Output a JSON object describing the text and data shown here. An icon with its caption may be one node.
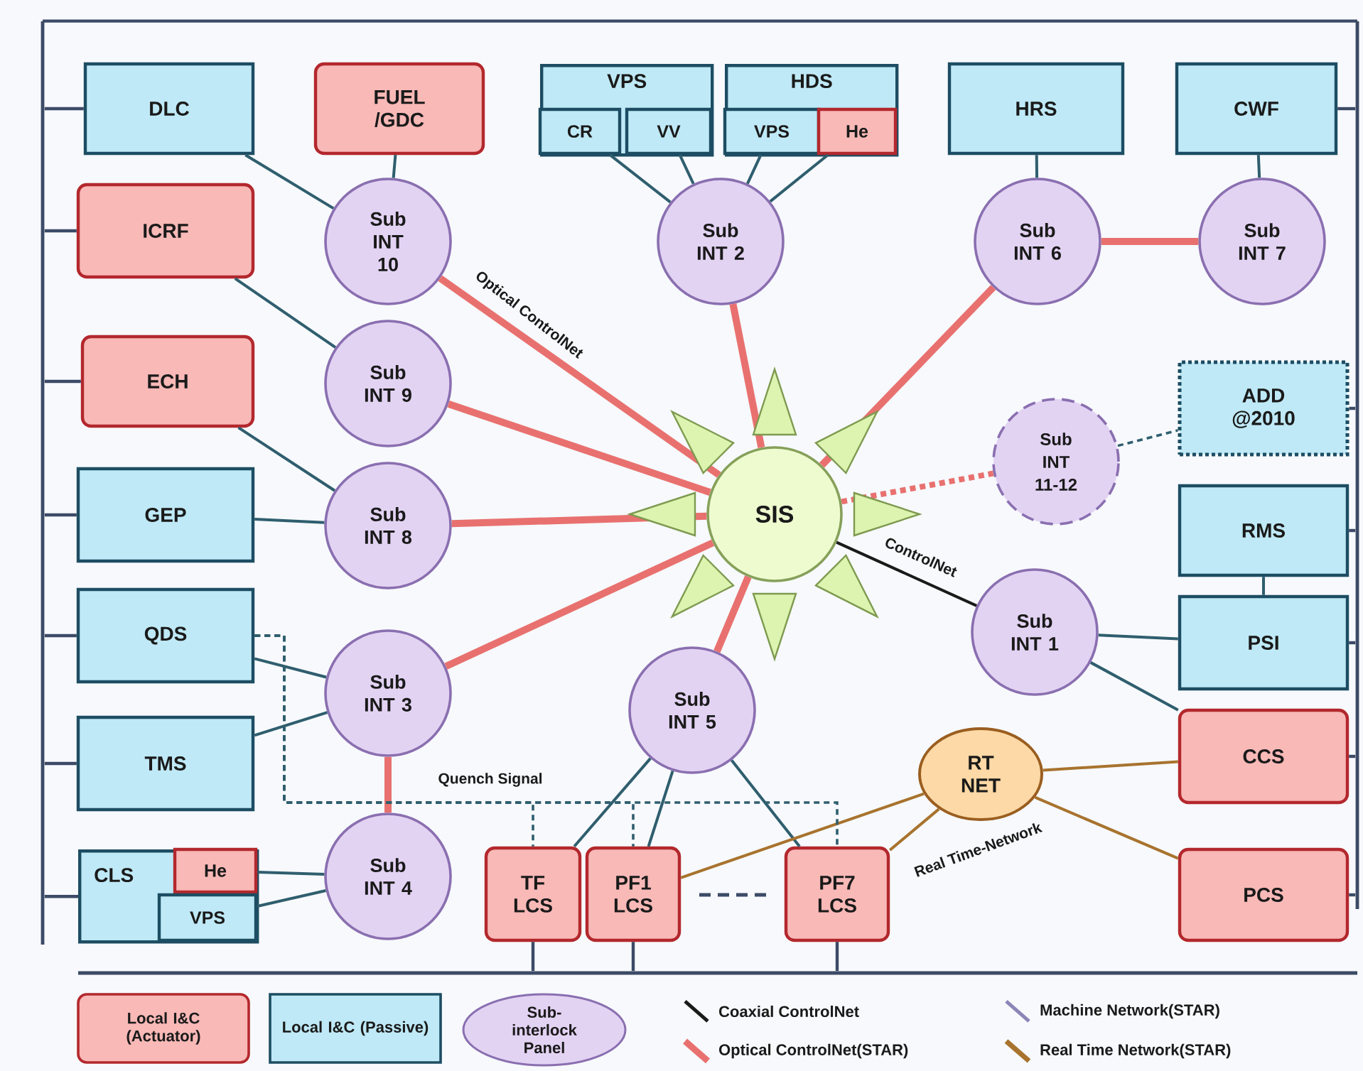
{
  "diagram": {
    "nodes": [
      {
        "text": [
          "DLC"
        ]
      },
      {
        "text": [
          "FUEL /GDC"
        ]
      },
      {
        "text": [
          "VPS"
        ]
      },
      {
        "text": [
          "CR"
        ],
        "in": 2
      },
      {
        "text": [
          "VV"
        ],
        "in": 2
      },
      {
        "text": [
          "HDS"
        ]
      },
      {
        "text": [
          "VPS"
        ],
        "in": 5
      },
      {
        "text": [
          "He"
        ],
        "in": 5
      },
      {
        "text": [
          "HRS"
        ]
      },
      {
        "text": [
          "CWF"
        ]
      },
      {
        "text": [
          "ICRF"
        ]
      },
      {
        "text": [
          "Sub INT 10"
        ]
      },
      {
        "text": [
          "Sub INT 2"
        ]
      },
      {
        "text": [
          "Sub INT 6"
        ]
      },
      {
        "text": [
          "Sub INT 7"
        ]
      },
      {
        "text": [
          "ECH"
        ]
      },
      {
        "text": [
          "Sub INT 9"
        ]
      },
      {
        "text": [
          "Sub INT 11-12"
        ]
      },
      {
        "text": [
          "ADD @2010"
        ]
      },
      {
        "text": [
          "GEP"
        ]
      },
      {
        "text": [
          "Sub INT 8"
        ]
      },
      {
        "text": [
          "SIS"
        ]
      },
      {
        "text": [
          "RMS"
        ]
      },
      {
        "text": [
          "QDS"
        ]
      },
      {
        "text": [
          "Sub INT 3"
        ]
      },
      {
        "text": [
          "Sub INT 5"
        ]
      },
      {
        "text": [
          "Sub INT 1"
        ]
      },
      {
        "text": [
          "PSI"
        ]
      },
      {
        "text": [
          "TMS"
        ]
      },
      {
        "text": [
          "RT NET"
        ]
      },
      {
        "text": [
          "CCS"
        ]
      },
      {
        "text": [
          "CLS"
        ]
      },
      {
        "text": [
          "He"
        ],
        "in": 31
      },
      {
        "text": [
          "VPS"
        ],
        "in": 31
      },
      {
        "text": [
          "Sub INT 4"
        ]
      },
      {
        "text": [
          "TF LCS"
        ]
      },
      {
        "text": [
          "PF1 LCS"
        ]
      },
      {
        "text": [
          "PF7 LCS"
        ]
      },
      {
        "text": [
          "PCS"
        ]
      },
      {
        "text": [],
        "shape": "bar"
      },
      {
        "text": [],
        "shape": "bar"
      },
      {
        "text": [],
        "shape": "bar"
      }
    ],
    "edges": [
      {
        "from": 0,
        "to": 11,
        "arrow": "none"
      },
      {
        "from": 1,
        "to": 11,
        "arrow": "none"
      },
      {
        "from": 10,
        "to": 16,
        "arrow": "none"
      },
      {
        "from": 15,
        "to": 20,
        "arrow": "none"
      },
      {
        "from": 19,
        "to": 20,
        "arrow": "none"
      },
      {
        "from": 3,
        "to": 12,
        "arrow": "none"
      },
      {
        "from": 4,
        "to": 12,
        "arrow": "none"
      },
      {
        "from": 6,
        "to": 12,
        "arrow": "none"
      },
      {
        "from": 7,
        "to": 12,
        "arrow": "none"
      },
      {
        "from": 8,
        "to": 13,
        "arrow": "none"
      },
      {
        "from": 9,
        "to": 14,
        "arrow": "none"
      },
      {
        "from": 23,
        "to": 24,
        "arrow": "none"
      },
      {
        "from": 28,
        "to": 24,
        "arrow": "none"
      },
      {
        "from": 32,
        "to": 34,
        "arrow": "none"
      },
      {
        "from": 33,
        "to": 34,
        "arrow": "none"
      },
      {
        "from": 25,
        "to": 35,
        "arrow": "none"
      },
      {
        "from": 25,
        "to": 36,
        "arrow": "none"
      },
      {
        "from": 25,
        "to": 37,
        "arrow": "none"
      },
      {
        "from": 26,
        "to": 27,
        "arrow": "none"
      },
      {
        "from": 26,
        "to": 30,
        "arrow": "none"
      },
      {
        "from": 22,
        "to": 27,
        "arrow": "none"
      },
      {
        "from": 11,
        "to": 21,
        "arrow": "none",
        "label": "Optical ControlNet",
        "style": "thick",
        "color": "#e8716f"
      },
      {
        "from": 16,
        "to": 21,
        "arrow": "none",
        "style": "thick",
        "color": "#e8716f"
      },
      {
        "from": 20,
        "to": 21,
        "arrow": "none",
        "style": "thick",
        "color": "#e8716f"
      },
      {
        "from": 24,
        "to": 21,
        "arrow": "none",
        "style": "thick",
        "color": "#e8716f"
      },
      {
        "from": 12,
        "to": 21,
        "arrow": "none",
        "style": "thick",
        "color": "#e8716f"
      },
      {
        "from": 13,
        "to": 21,
        "arrow": "none",
        "style": "thick",
        "color": "#e8716f"
      },
      {
        "from": 25,
        "to": 21,
        "arrow": "none",
        "style": "thick",
        "color": "#e8716f"
      },
      {
        "from": 13,
        "to": 14,
        "arrow": "none",
        "style": "thick",
        "color": "#e8716f"
      },
      {
        "from": 24,
        "to": 34,
        "arrow": "none",
        "style": "thick",
        "color": "#e8716f"
      },
      {
        "from": 21,
        "to": 17,
        "arrow": "none",
        "style": "dashed",
        "color": "#e8716f"
      },
      {
        "from": 17,
        "to": 18,
        "arrow": "none",
        "style": "dashed"
      },
      {
        "from": 21,
        "to": 26,
        "arrow": "none",
        "label": "ControlNet",
        "color": "#1a1a1a"
      },
      {
        "from": 36,
        "to": 29,
        "arrow": "none",
        "color": "#a8732e"
      },
      {
        "from": 37,
        "to": 29,
        "arrow": "none",
        "label": "Real Time-Network",
        "color": "#a8732e"
      },
      {
        "from": 29,
        "to": 30,
        "arrow": "none",
        "color": "#a8732e"
      },
      {
        "from": 29,
        "to": 38,
        "arrow": "none",
        "color": "#a8732e"
      },
      {
        "from": 23,
        "to": 35,
        "arrow": "none",
        "label": "Quench Signal",
        "style": "dashed"
      },
      {
        "from": 23,
        "to": 36,
        "arrow": "none",
        "style": "dashed"
      },
      {
        "from": 23,
        "to": 37,
        "arrow": "none",
        "style": "dashed"
      },
      {
        "from": 39,
        "to": 40,
        "arrow": "none"
      },
      {
        "from": 0,
        "to": 39,
        "arrow": "none"
      },
      {
        "from": 10,
        "to": 39,
        "arrow": "none"
      },
      {
        "from": 15,
        "to": 39,
        "arrow": "none"
      },
      {
        "from": 19,
        "to": 39,
        "arrow": "none"
      },
      {
        "from": 23,
        "to": 39,
        "arrow": "none"
      },
      {
        "from": 28,
        "to": 39,
        "arrow": "none"
      },
      {
        "from": 31,
        "to": 39,
        "arrow": "none"
      },
      {
        "from": 9,
        "to": 40,
        "arrow": "none"
      },
      {
        "from": 18,
        "to": 40,
        "arrow": "none"
      },
      {
        "from": 22,
        "to": 40,
        "arrow": "none"
      },
      {
        "from": 27,
        "to": 40,
        "arrow": "none"
      },
      {
        "from": 30,
        "to": 40,
        "arrow": "none"
      },
      {
        "from": 38,
        "to": 40,
        "arrow": "none"
      },
      {
        "from": 35,
        "to": 41,
        "arrow": "none"
      },
      {
        "from": 36,
        "to": 41,
        "arrow": "none"
      },
      {
        "from": 37,
        "to": 41,
        "arrow": "none"
      }
    ],
    "legend": [
      {
        "text": "Local I&C (Actuator)",
        "color": "#f8b9b7"
      },
      {
        "text": "Local I&C (Passive)",
        "color": "#bfe9f6"
      },
      {
        "text": "Sub-interlock Panel"
      },
      {
        "text": "Coaxial ControlNet"
      },
      {
        "text": "Machine Network(STAR)"
      },
      {
        "text": "Optical ControlNet(STAR)"
      },
      {
        "text": "Real Time Network(STAR)"
      }
    ]
  }
}
